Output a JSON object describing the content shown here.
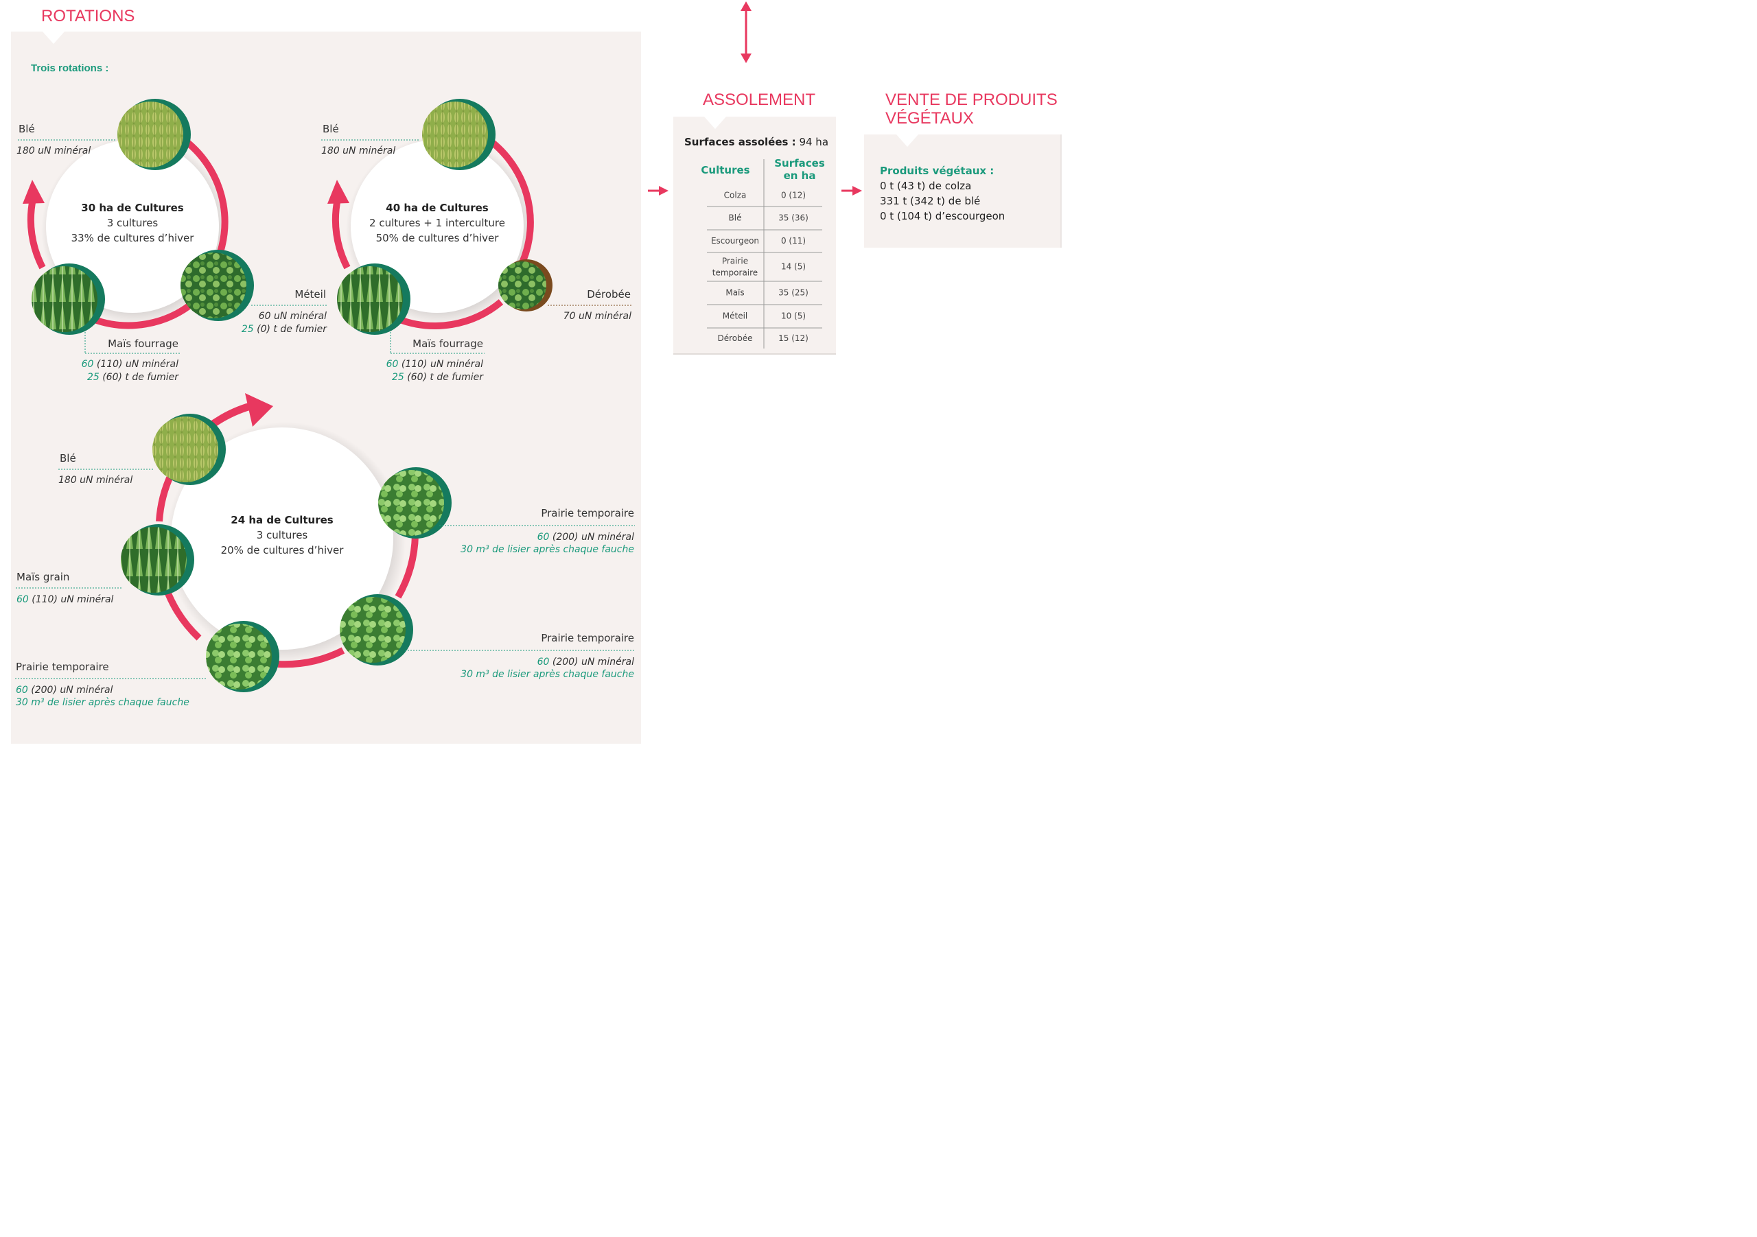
{
  "rotations_title": "ROTATIONS",
  "trois_rotations": "Trois rotations :",
  "rot1": {
    "center_bold": "30 ha de Cultures",
    "center_l2": "3 cultures",
    "center_l3": "33% de cultures d’hiver",
    "ble_label": "Blé",
    "ble_n": "180 uN minéral",
    "meteil_label": "Méteil",
    "meteil_n": "60 uN minéral",
    "meteil_f_g": "25",
    "meteil_f": "(0) t de fumier",
    "mais_label": "Maïs fourrage",
    "mais_n_g": "60",
    "mais_n": "(110) uN minéral",
    "mais_f_g": "25",
    "mais_f": "(60) t de fumier"
  },
  "rot2": {
    "center_bold": "40 ha de Cultures",
    "center_l2": "2 cultures + 1 interculture",
    "center_l3": "50% de cultures d’hiver",
    "ble_label": "Blé",
    "ble_n": "180 uN minéral",
    "derobee_label": "Dérobée",
    "derobee_n": "70 uN minéral",
    "mais_label": "Maïs fourrage",
    "mais_n_g": "60",
    "mais_n": "(110) uN minéral",
    "mais_f_g": "25",
    "mais_f": "(60) t de fumier"
  },
  "rot3": {
    "center_bold": "24 ha de Cultures",
    "center_l2": "3 cultures",
    "center_l3": "20% de cultures d’hiver",
    "ble_label": "Blé",
    "ble_n": "180 uN minéral",
    "maisgrain_label": "Maïs grain",
    "maisgrain_n_g": "60",
    "maisgrain_n": "(110) uN minéral",
    "prairie_a_label": "Prairie temporaire",
    "prairie_a_n_g": "60",
    "prairie_a_n": "(200) uN minéral",
    "prairie_a_l": "30 m³ de lisier après chaque fauche",
    "prairie_b_label": "Prairie temporaire",
    "prairie_b_n_g": "60",
    "prairie_b_n": "(200) uN minéral",
    "prairie_b_l": "30 m³ de lisier après chaque fauche",
    "prairie_c_label": "Prairie temporaire",
    "prairie_c_n_g": "60",
    "prairie_c_n": "(200) uN minéral",
    "prairie_c_l": "30 m³ de lisier après chaque fauche"
  },
  "assolement": {
    "title": "ASSOLEMENT",
    "surfaces_label": "Surfaces assolées :",
    "surfaces_value": "94 ha",
    "col1": "Cultures",
    "col2_l1": "Surfaces",
    "col2_l2": "en ha",
    "rows": [
      {
        "culture": "Colza",
        "surface": "0 (12)"
      },
      {
        "culture": "Blé",
        "surface": "35 (36)"
      },
      {
        "culture": "Escourgeon",
        "surface": "0 (11)"
      },
      {
        "culture": "Prairie",
        "culture2": "temporaire",
        "surface": "14 (5)"
      },
      {
        "culture": "Maïs",
        "surface": "35 (25)"
      },
      {
        "culture": "Méteil",
        "surface": "10 (5)"
      },
      {
        "culture": "Dérobée",
        "surface": "15 (12)"
      }
    ]
  },
  "vente": {
    "title_l1": "VENTE DE PRODUITS",
    "title_l2": "VÉGÉTAUX",
    "produits_label": "Produits végétaux :",
    "lines": [
      "0 t (43 t) de colza",
      "331 t (342 t) de blé",
      "0 t (104 t) d’escourgeon"
    ]
  },
  "colors": {
    "accent": "#e8385f",
    "green": "#1b9a7c",
    "panel": "#f6f1ef"
  }
}
